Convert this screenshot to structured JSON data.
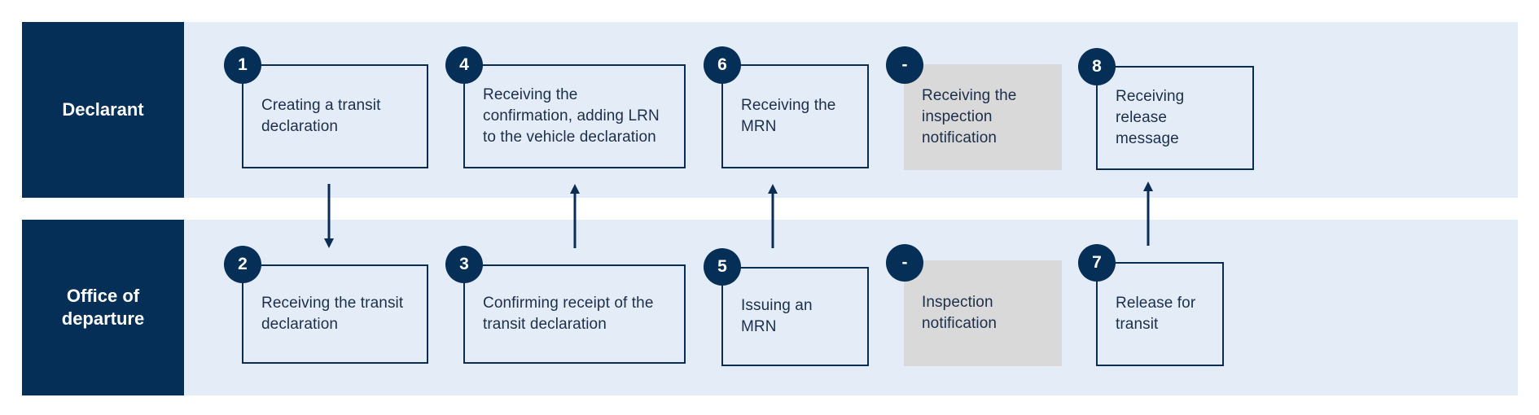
{
  "colors": {
    "lane_background": "#e4ecf7",
    "lane_label_background": "#052f57",
    "badge": "#052f57",
    "box_border": "#0b2d54",
    "gray_box": "#d9d9d9",
    "text": "#1c2f4a",
    "arrow": "#0b2d54"
  },
  "lanes": [
    {
      "id": "declarant",
      "label": "Declarant"
    },
    {
      "id": "office",
      "label": "Office of\ndeparture"
    }
  ],
  "steps": [
    {
      "lane": "declarant",
      "badge": "1",
      "text": "Creating a transit\ndeclaration",
      "style": "outlined"
    },
    {
      "lane": "declarant",
      "badge": "4",
      "text": "Receiving the\nconfirmation, adding LRN\nto the vehicle declaration",
      "style": "outlined"
    },
    {
      "lane": "declarant",
      "badge": "6",
      "text": "Receiving the\nMRN",
      "style": "outlined"
    },
    {
      "lane": "declarant",
      "badge": "-",
      "text": "Receiving the\ninspection\nnotification",
      "style": "gray"
    },
    {
      "lane": "declarant",
      "badge": "8",
      "text": "Receiving\nrelease message",
      "style": "outlined"
    },
    {
      "lane": "office",
      "badge": "2",
      "text": "Receiving the transit\ndeclaration",
      "style": "outlined"
    },
    {
      "lane": "office",
      "badge": "3",
      "text": "Confirming receipt of the\ntransit declaration",
      "style": "outlined"
    },
    {
      "lane": "office",
      "badge": "5",
      "text": "Issuing an MRN",
      "style": "outlined"
    },
    {
      "lane": "office",
      "badge": "-",
      "text": "Inspection\nnotification",
      "style": "gray"
    },
    {
      "lane": "office",
      "badge": "7",
      "text": "Release for\ntransit",
      "style": "outlined"
    }
  ],
  "arrows": [
    {
      "from_step": "1",
      "to_step": "2",
      "direction": "down"
    },
    {
      "from_step": "3",
      "to_step": "4",
      "direction": "up"
    },
    {
      "from_step": "5",
      "to_step": "6",
      "direction": "up"
    },
    {
      "from_step": "7",
      "to_step": "8",
      "direction": "up"
    }
  ]
}
